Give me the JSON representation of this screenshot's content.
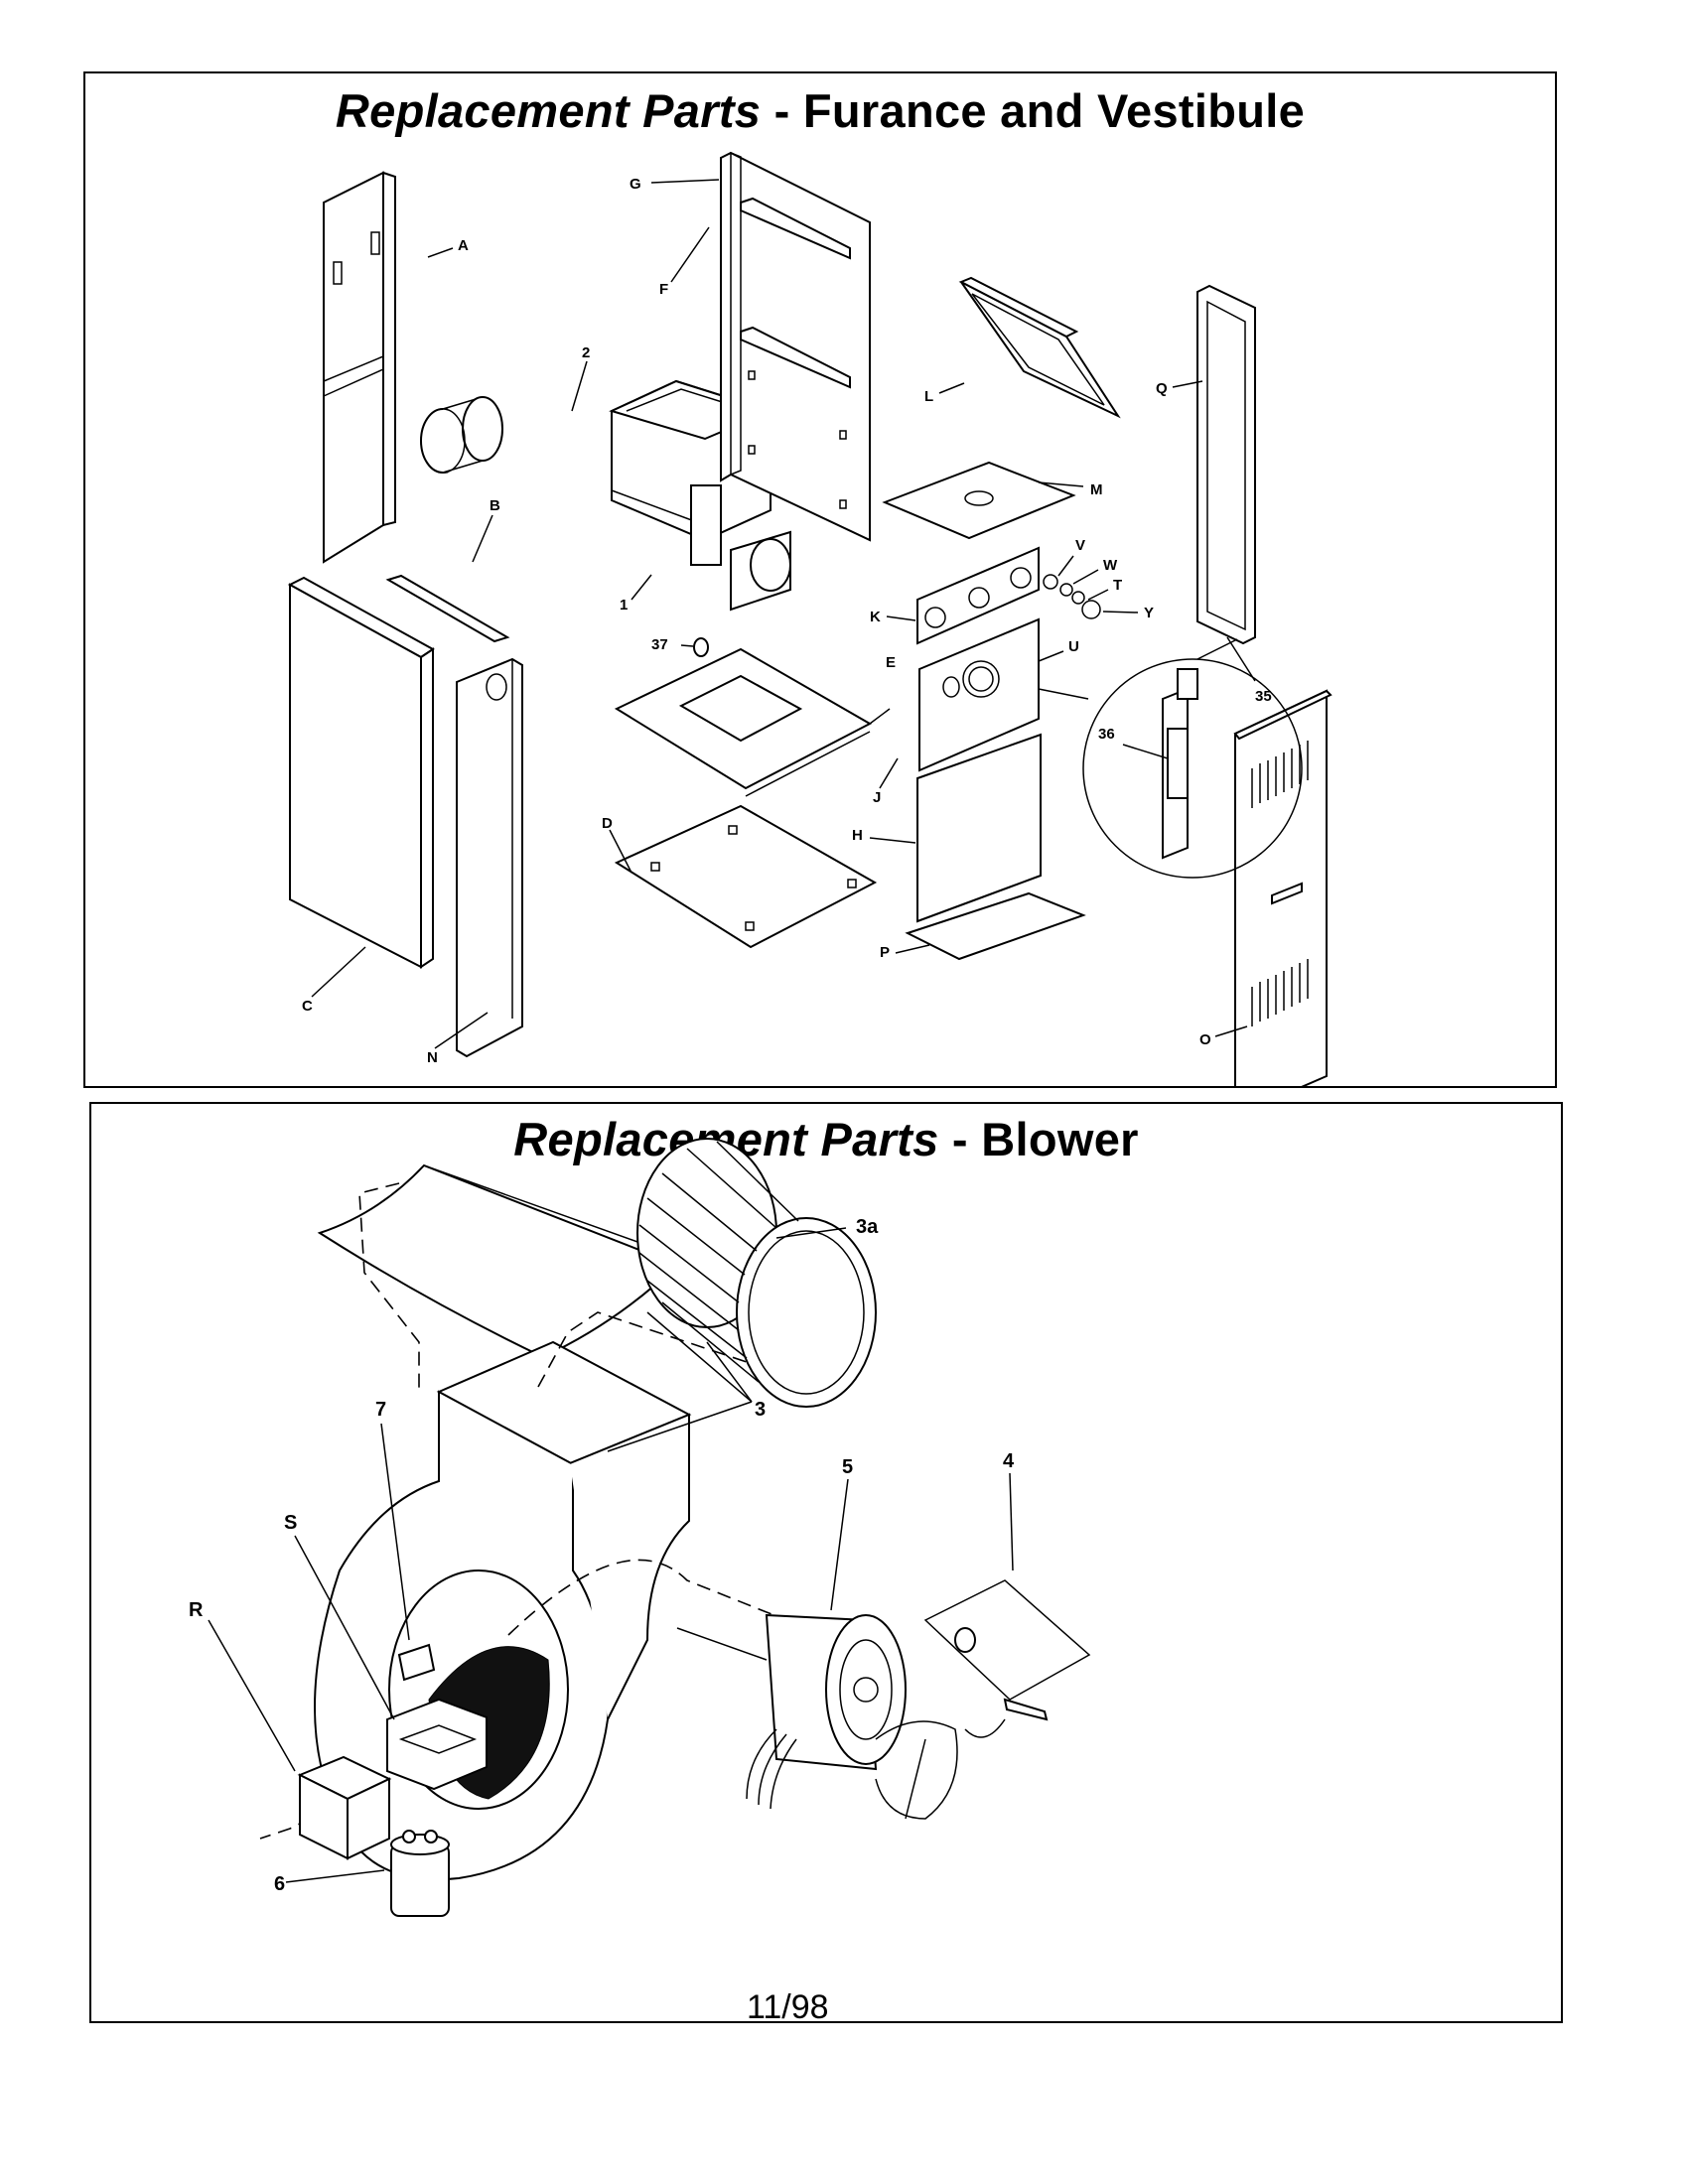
{
  "furnace_panel": {
    "title_italic": "Replacement Parts",
    "title_sep": " - ",
    "title_rest": "Furance and Vestibule",
    "callouts": [
      "A",
      "B",
      "C",
      "D",
      "E",
      "F",
      "G",
      "H",
      "J",
      "K",
      "L",
      "M",
      "N",
      "O",
      "P",
      "Q",
      "T",
      "U",
      "V",
      "W",
      "Y",
      "1",
      "2",
      "35",
      "36",
      "37"
    ]
  },
  "blower_panel": {
    "title_italic": "Replacement Parts",
    "title_sep": " - ",
    "title_rest": "Blower",
    "callouts": [
      "3a",
      "3",
      "4",
      "5",
      "6",
      "7",
      "S",
      "R"
    ]
  },
  "footer": {
    "date": "11/98"
  }
}
